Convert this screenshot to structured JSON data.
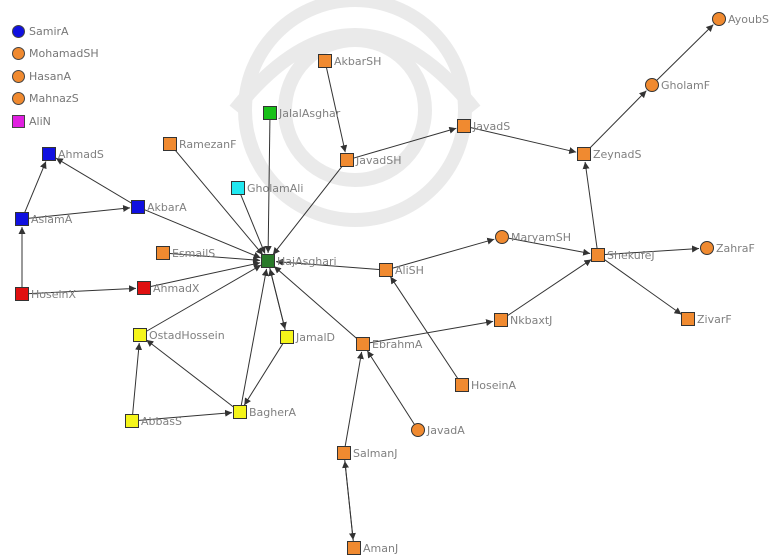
{
  "legend": [
    {
      "label": "SamirA",
      "shape": "circle",
      "color": "#1010e0"
    },
    {
      "label": "MohamadSH",
      "shape": "circle",
      "color": "#f08a30"
    },
    {
      "label": "HasanA",
      "shape": "circle",
      "color": "#f08a30"
    },
    {
      "label": "MahnazS",
      "shape": "circle",
      "color": "#f08a30"
    },
    {
      "label": "AliN",
      "shape": "square",
      "color": "#e020e0"
    }
  ],
  "colors": {
    "orange": "#f08a30",
    "blue": "#1010e0",
    "red": "#e01010",
    "yellow": "#f5f51a",
    "green": "#18c018",
    "cyan": "#20e8f0",
    "darkgreen": "#2a7a2a",
    "edge": "#333333",
    "label": "#808080"
  },
  "nodes": [
    {
      "id": "HajAsghari",
      "label": "HajAsghari",
      "shape": "square",
      "color": "darkgreen"
    },
    {
      "id": "AhmadS",
      "label": "AhmadS",
      "shape": "square",
      "color": "blue"
    },
    {
      "id": "AslamA",
      "label": "AslamA",
      "shape": "square",
      "color": "blue"
    },
    {
      "id": "AkbarA",
      "label": "AkbarA",
      "shape": "square",
      "color": "blue"
    },
    {
      "id": "HoseinX",
      "label": "HoseinX",
      "shape": "square",
      "color": "red"
    },
    {
      "id": "AhmadX",
      "label": "AhmadX",
      "shape": "square",
      "color": "red"
    },
    {
      "id": "RamezanF",
      "label": "RamezanF",
      "shape": "square",
      "color": "orange"
    },
    {
      "id": "JalalAsghar",
      "label": "JalalAsghar",
      "shape": "square",
      "color": "green"
    },
    {
      "id": "GholamAli",
      "label": "GholamAli",
      "shape": "square",
      "color": "cyan"
    },
    {
      "id": "EsmailS",
      "label": "EsmailS",
      "shape": "square",
      "color": "orange"
    },
    {
      "id": "AkbarSH",
      "label": "AkbarSH",
      "shape": "square",
      "color": "orange"
    },
    {
      "id": "JavadSH",
      "label": "JavadSH",
      "shape": "square",
      "color": "orange"
    },
    {
      "id": "JavadS",
      "label": "JavadS",
      "shape": "square",
      "color": "orange"
    },
    {
      "id": "ZeynadS",
      "label": "ZeynadS",
      "shape": "square",
      "color": "orange"
    },
    {
      "id": "GholamF",
      "label": "GholamF",
      "shape": "circle",
      "color": "orange"
    },
    {
      "id": "AyoubS",
      "label": "AyoubS",
      "shape": "circle",
      "color": "orange"
    },
    {
      "id": "ShekufeJ",
      "label": "ShekufeJ",
      "shape": "square",
      "color": "orange"
    },
    {
      "id": "ZahraF",
      "label": "ZahraF",
      "shape": "circle",
      "color": "orange"
    },
    {
      "id": "ZivarF",
      "label": "ZivarF",
      "shape": "square",
      "color": "orange"
    },
    {
      "id": "MaryamSH",
      "label": "MaryamSH",
      "shape": "circle",
      "color": "orange"
    },
    {
      "id": "AliSH",
      "label": "AliSH",
      "shape": "square",
      "color": "orange"
    },
    {
      "id": "NkbaxtJ",
      "label": "NkbaxtJ",
      "shape": "square",
      "color": "orange"
    },
    {
      "id": "HoseinA",
      "label": "HoseinA",
      "shape": "square",
      "color": "orange"
    },
    {
      "id": "EbrahmA",
      "label": "EbrahmA",
      "shape": "square",
      "color": "orange"
    },
    {
      "id": "JavadA",
      "label": "JavadA",
      "shape": "circle",
      "color": "orange"
    },
    {
      "id": "SalmanJ",
      "label": "SalmanJ",
      "shape": "square",
      "color": "orange"
    },
    {
      "id": "AmanJ",
      "label": "AmanJ",
      "shape": "square",
      "color": "orange"
    },
    {
      "id": "OstadHossein",
      "label": "OstadHossein",
      "shape": "square",
      "color": "yellow"
    },
    {
      "id": "JamalD",
      "label": "JamalD",
      "shape": "square",
      "color": "yellow"
    },
    {
      "id": "AbbasS",
      "label": "AbbasS",
      "shape": "square",
      "color": "yellow"
    },
    {
      "id": "BagherA",
      "label": "BagherA",
      "shape": "square",
      "color": "yellow"
    }
  ],
  "edges": [
    {
      "from": "AkbarA",
      "to": "AhmadS"
    },
    {
      "from": "AkbarA",
      "to": "HajAsghari"
    },
    {
      "from": "AslamA",
      "to": "AhmadS"
    },
    {
      "from": "AslamA",
      "to": "AkbarA"
    },
    {
      "from": "HoseinX",
      "to": "AslamA"
    },
    {
      "from": "HoseinX",
      "to": "AhmadX"
    },
    {
      "from": "AhmadX",
      "to": "HajAsghari"
    },
    {
      "from": "RamezanF",
      "to": "HajAsghari"
    },
    {
      "from": "JalalAsghar",
      "to": "HajAsghari"
    },
    {
      "from": "GholamAli",
      "to": "HajAsghari"
    },
    {
      "from": "EsmailS",
      "to": "HajAsghari"
    },
    {
      "from": "AkbarSH",
      "to": "JavadSH"
    },
    {
      "from": "JavadSH",
      "to": "HajAsghari"
    },
    {
      "from": "JavadSH",
      "to": "JavadS"
    },
    {
      "from": "JavadS",
      "to": "ZeynadS"
    },
    {
      "from": "ZeynadS",
      "to": "GholamF"
    },
    {
      "from": "GholamF",
      "to": "AyoubS"
    },
    {
      "from": "ShekufeJ",
      "to": "ZeynadS"
    },
    {
      "from": "ShekufeJ",
      "to": "ZahraF"
    },
    {
      "from": "ShekufeJ",
      "to": "ZivarF"
    },
    {
      "from": "MaryamSH",
      "to": "ShekufeJ"
    },
    {
      "from": "NkbaxtJ",
      "to": "ShekufeJ"
    },
    {
      "from": "AliSH",
      "to": "MaryamSH"
    },
    {
      "from": "AliSH",
      "to": "HajAsghari"
    },
    {
      "from": "HoseinA",
      "to": "AliSH"
    },
    {
      "from": "EbrahmA",
      "to": "NkbaxtJ"
    },
    {
      "from": "EbrahmA",
      "to": "HajAsghari"
    },
    {
      "from": "JavadA",
      "to": "EbrahmA"
    },
    {
      "from": "SalmanJ",
      "to": "EbrahmA"
    },
    {
      "from": "SalmanJ",
      "to": "AmanJ"
    },
    {
      "from": "AmanJ",
      "to": "SalmanJ"
    },
    {
      "from": "OstadHossein",
      "to": "HajAsghari"
    },
    {
      "from": "JamalD",
      "to": "HajAsghari"
    },
    {
      "from": "JamalD",
      "to": "BagherA"
    },
    {
      "from": "BagherA",
      "to": "HajAsghari"
    },
    {
      "from": "BagherA",
      "to": "OstadHossein"
    },
    {
      "from": "AbbasS",
      "to": "OstadHossein"
    },
    {
      "from": "AbbasS",
      "to": "BagherA"
    },
    {
      "from": "HajAsghari",
      "to": "JamalD"
    }
  ]
}
